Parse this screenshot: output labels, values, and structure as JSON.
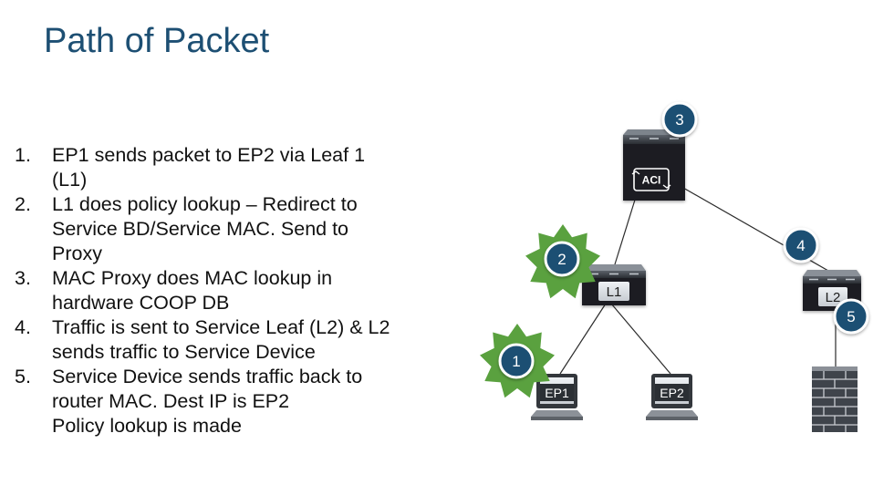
{
  "slide": {
    "title": "Path of Packet"
  },
  "steps": [
    {
      "number": "1.",
      "text": "EP1 sends packet to EP2 via Leaf 1 (L1)"
    },
    {
      "number": "2.",
      "text": "L1 does policy lookup – Redirect to Service BD/Service MAC. Send to Proxy"
    },
    {
      "number": "3.",
      "text": "MAC Proxy does MAC lookup in hardware COOP DB"
    },
    {
      "number": "4.",
      "text": "Traffic is sent to Service Leaf (L2) & L2 sends traffic to Service Device"
    },
    {
      "number": "5.",
      "text": "Service Device sends traffic back to router MAC. Dest IP is EP2",
      "extra": "Policy lookup is made"
    }
  ],
  "diagram": {
    "spine": {
      "logo": "ACI",
      "icon": "aci-spine-switch-icon"
    },
    "leaf1": {
      "label": "L1"
    },
    "leaf2": {
      "label": "L2"
    },
    "ep1": {
      "label": "EP1"
    },
    "ep2": {
      "label": "EP2"
    },
    "service_device": {
      "icon": "firewall-icon"
    },
    "badges": [
      "1",
      "2",
      "3",
      "4",
      "5"
    ],
    "colors": {
      "badge_fill": "#1d4f73",
      "star_fill": "#5aa13f",
      "switch_fill": "#1b1e22",
      "title": "#1d4f73",
      "firewall": "#3f444b"
    }
  }
}
